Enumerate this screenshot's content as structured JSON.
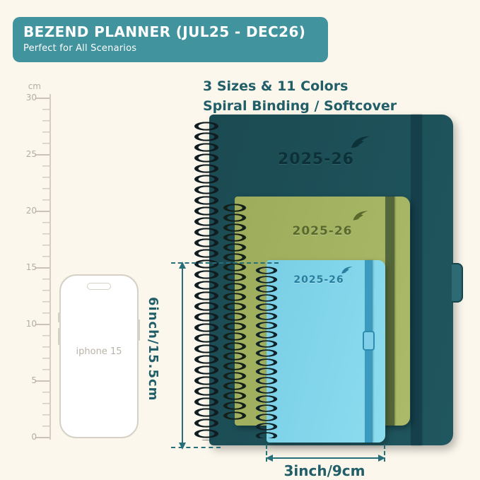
{
  "header": {
    "title": "BEZEND PLANNER (JUL25 - DEC26)",
    "subtitle": "Perfect for All Scenarios"
  },
  "tagline": {
    "line1": "3 Sizes & 11 Colors",
    "line2": "Spiral Binding / Softcover"
  },
  "ruler": {
    "unit": "cm",
    "labels": [
      "30",
      "25",
      "20",
      "15",
      "10",
      "5",
      "0"
    ]
  },
  "phone": {
    "label": "iphone 15"
  },
  "planners": {
    "large": {
      "year": "2025-26",
      "cover_color": "#1d4f57",
      "band_color": "#143f4b"
    },
    "medium": {
      "year": "2025-26",
      "cover_color": "#a3b264",
      "band_color": "#54673a"
    },
    "small": {
      "year": "2025-26",
      "cover_color": "#7fd4ea",
      "band_color": "#3a9bbf"
    }
  },
  "dimensions": {
    "height_label": "6inch/15.5cm",
    "width_label": "3inch/9cm"
  },
  "colors": {
    "background": "#fbf7ec",
    "banner": "#41939e",
    "accent_text": "#215e68",
    "annotation": "#27707a"
  }
}
